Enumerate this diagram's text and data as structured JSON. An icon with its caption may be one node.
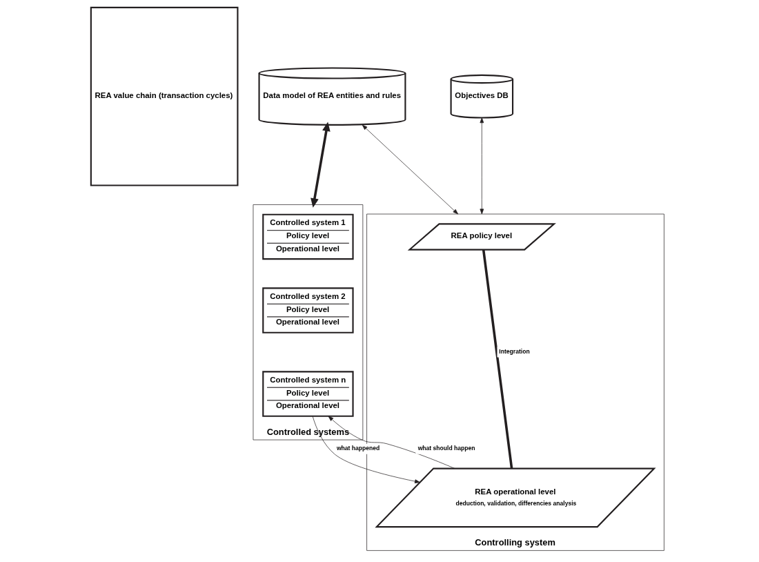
{
  "diagram": {
    "nodes": [
      {
        "text": [
          "REA value chain (transaction cycles)"
        ]
      },
      {
        "text": [
          "Data model of REA entities and rules"
        ]
      },
      {
        "text": [
          "Objectives DB"
        ]
      },
      {
        "text": [
          "Controlled systems"
        ]
      },
      {
        "text": [
          "Controlled system 1",
          "Policy level",
          "Operational level"
        ],
        "in": 3
      },
      {
        "text": [
          "Controlled system 2",
          "Policy level",
          "Operational level"
        ],
        "in": 3
      },
      {
        "text": [
          "Controlled system n",
          "Policy level",
          "Operational level"
        ],
        "in": 3
      },
      {
        "text": [
          "Controlling system"
        ]
      },
      {
        "text": [
          "REA policy level"
        ],
        "in": 7
      },
      {
        "text": [
          "REA operational level",
          "deduction, validation, differencies analysis"
        ],
        "in": 7
      }
    ],
    "edges": [
      {
        "from": 1,
        "to": 7,
        "arrow": "both"
      },
      {
        "from": 2,
        "to": 7,
        "arrow": "both"
      },
      {
        "from": 1,
        "to": 3,
        "arrow": "both",
        "style": "thick"
      },
      {
        "from": 8,
        "to": 9,
        "arrow": "none",
        "label": "Integration",
        "style": "thick"
      },
      {
        "from": 9,
        "to": 6,
        "arrow": "to",
        "label": "what should happen"
      },
      {
        "from": 6,
        "to": 9,
        "arrow": "to",
        "label": "what happened"
      }
    ]
  }
}
